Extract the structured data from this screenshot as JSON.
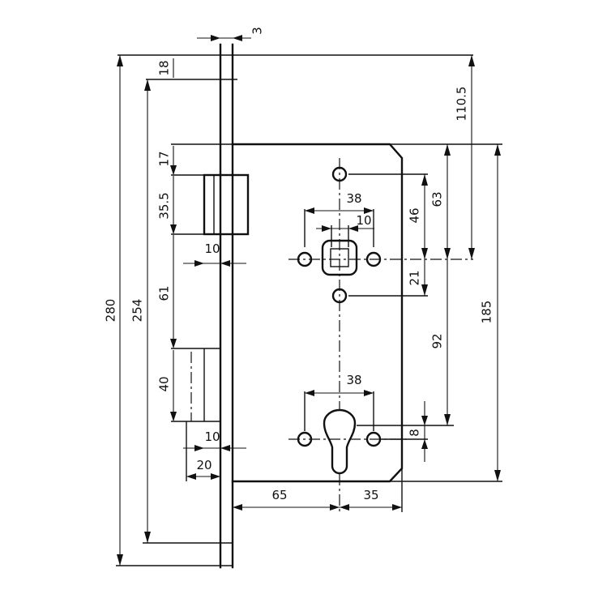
{
  "dimensions": {
    "faceplate_thickness": "3",
    "top_offset": "18",
    "case_top": "110.5",
    "latch_from_case_top": "17",
    "latch_height": "35.5",
    "latch_projection": "10",
    "latch_to_bolt": "61",
    "bolt_height": "40",
    "bolt_projection": "10",
    "bolt_throw": "20",
    "faceplate_length": "280",
    "case_length": "254",
    "spindle_holes": "38",
    "spindle_square": "10",
    "spindle_from_hole": "46",
    "spindle_from_top": "63",
    "spindle_to_hole": "21",
    "spindle_to_cylinder": "92",
    "case_height": "185",
    "cylinder_holes": "38",
    "cylinder_offset": "8",
    "backset": "65",
    "case_back": "35"
  }
}
